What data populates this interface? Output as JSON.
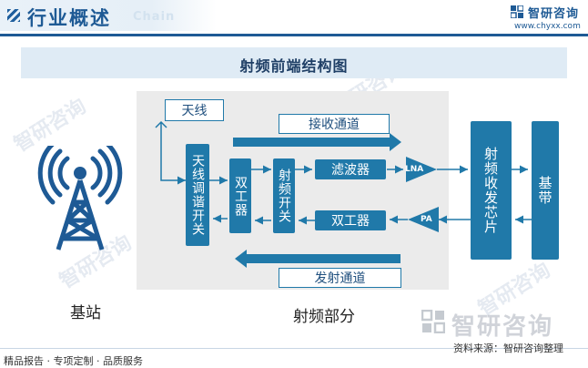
{
  "header": {
    "title": "行业概述",
    "subtitle": "Chain",
    "brand_name": "智研咨询",
    "brand_url": "www.chyxx.com"
  },
  "diagram": {
    "title": "射频前端结构图",
    "base_station_label": "基站",
    "rf_section_label": "射频部分",
    "antenna_label": "天线",
    "receive_channel_label": "接收通道",
    "transmit_channel_label": "发射通道",
    "antenna_tuning_switch": "天线调谐开关",
    "duplexer_vertical": "双工器",
    "rf_switch": "射频开关",
    "filter": "滤波器",
    "duplexer_horizontal": "双工器",
    "lna": "LNA",
    "pa": "PA",
    "rf_transceiver_chip": "射频收发芯片",
    "baseband": "基带",
    "accent_color": "#2079a9"
  },
  "watermark": {
    "brand": "智研咨询"
  },
  "footer": {
    "left": "精品报告 · 专项定制 · 品质服务",
    "right": "资料来源：智研咨询整理"
  }
}
